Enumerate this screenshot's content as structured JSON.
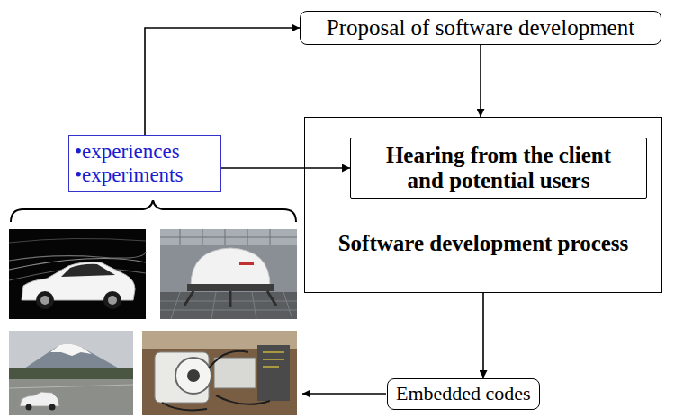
{
  "diagram": {
    "nodes": [
      {
        "text": [
          "Proposal of software development"
        ]
      },
      {
        "text": [
          "Software development process"
        ]
      },
      {
        "text": [
          "Hearing from the client and potential users"
        ],
        "in": 1
      },
      {
        "text": [
          "•experiences",
          "•experiments"
        ]
      },
      {
        "text": [
          "Embedded codes"
        ]
      }
    ],
    "edges": [
      {
        "from": 3,
        "to": 0,
        "arrow": "to"
      },
      {
        "from": 3,
        "to": 2,
        "arrow": "to"
      },
      {
        "from": 0,
        "to": 1,
        "arrow": "to"
      },
      {
        "from": 1,
        "to": 4,
        "arrow": "to"
      }
    ]
  }
}
